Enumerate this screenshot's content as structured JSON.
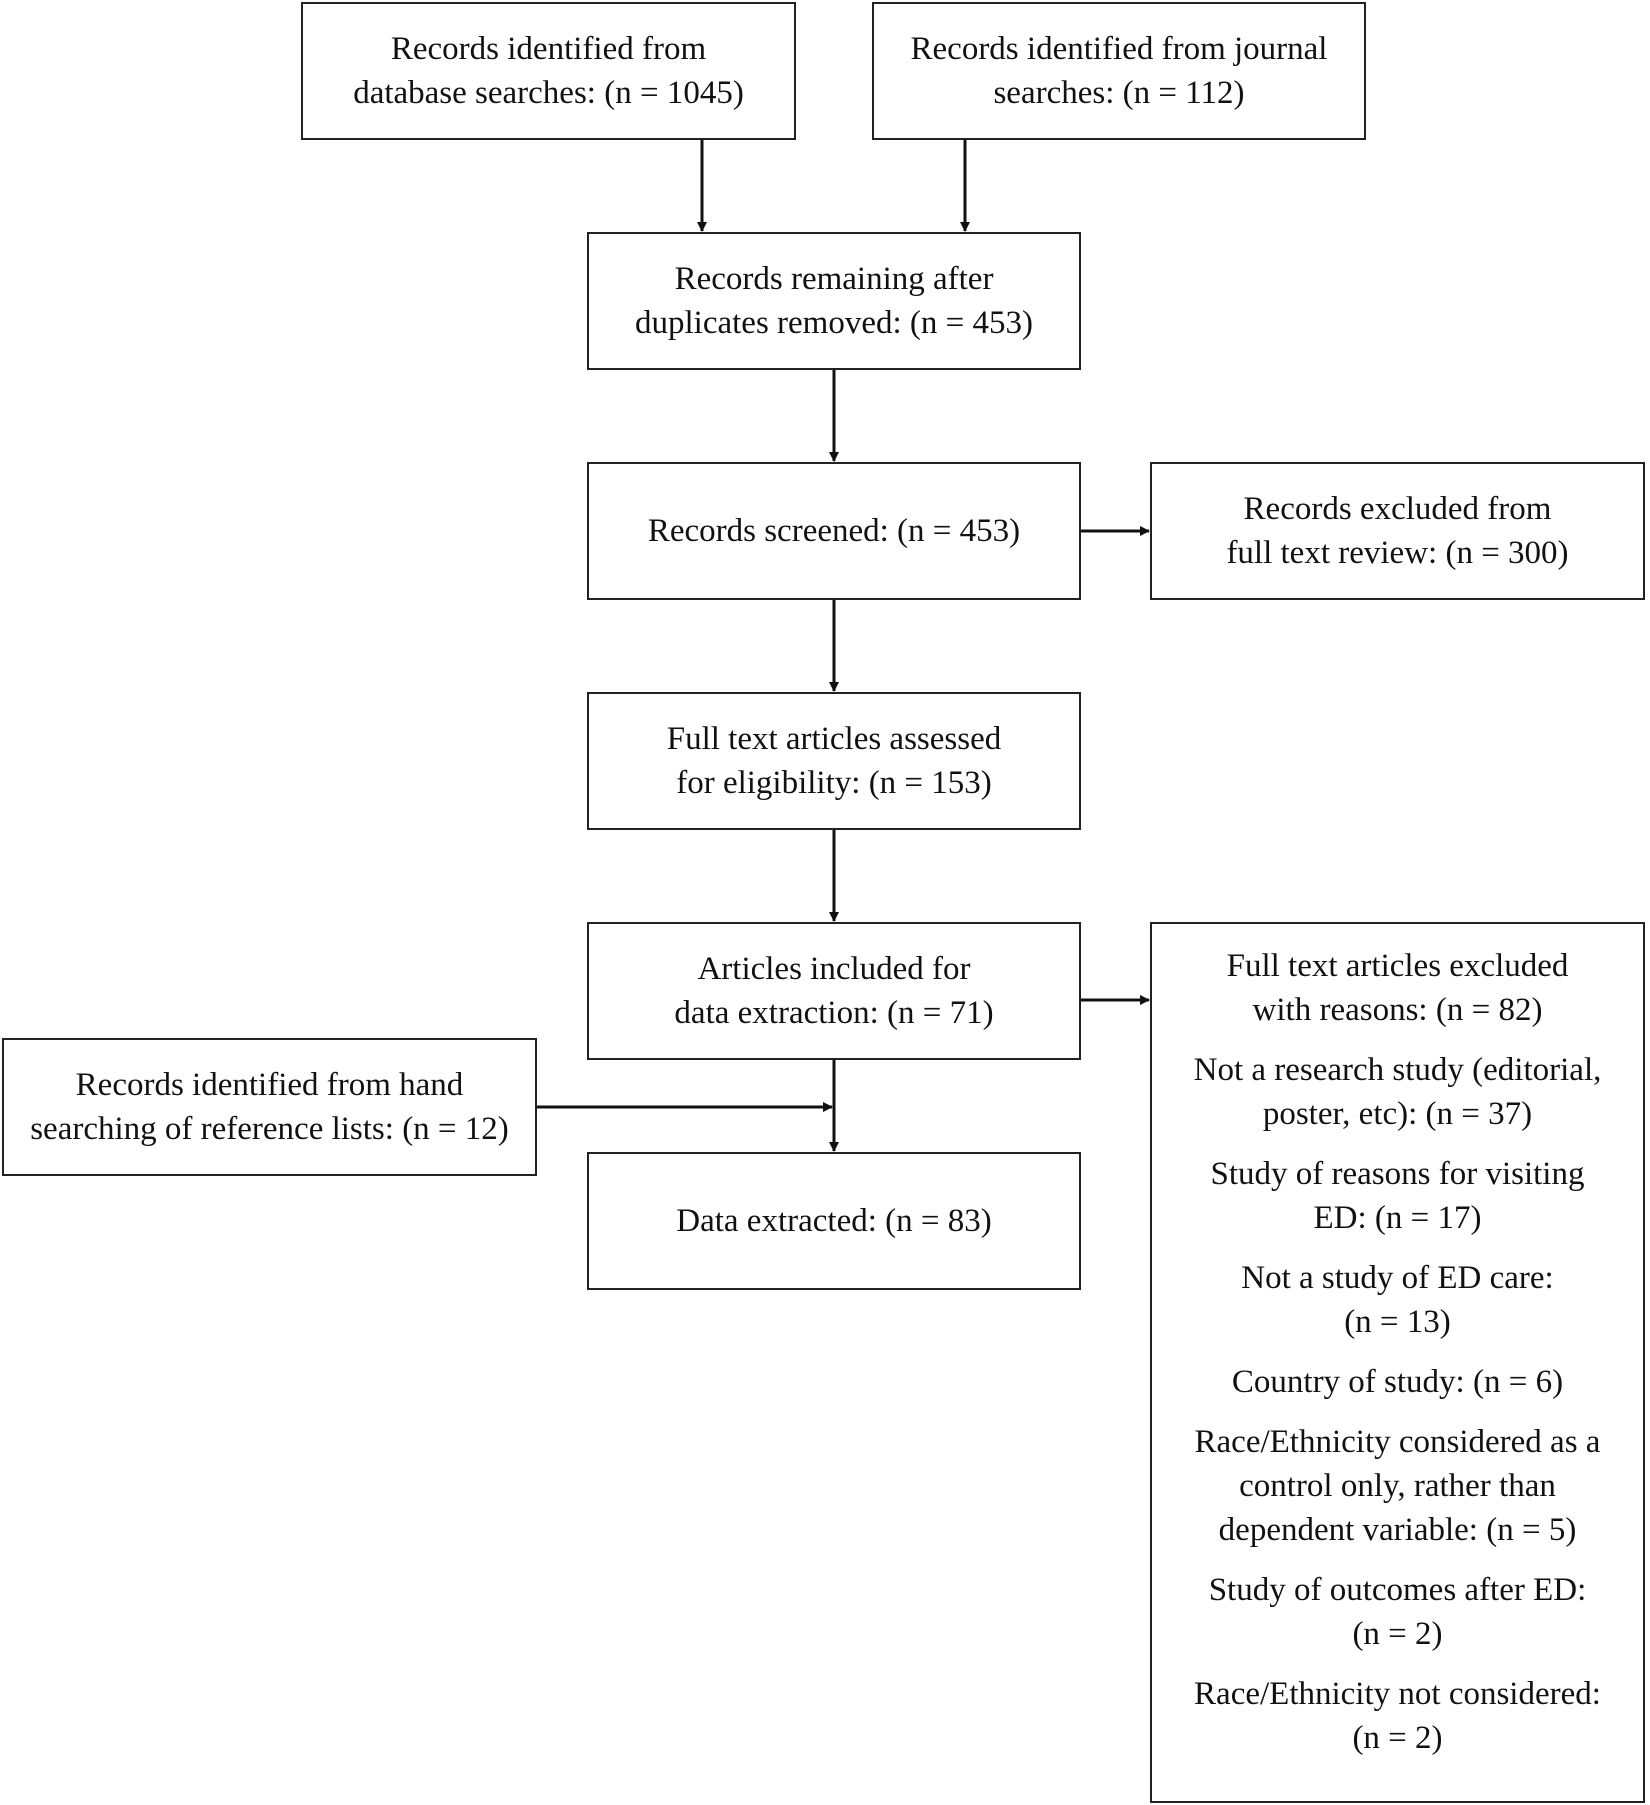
{
  "boxes": {
    "database": {
      "lines": [
        "Records identified from",
        "database searches: (n = 1045)"
      ]
    },
    "journal": {
      "lines": [
        "Records identified from journal",
        "searches: (n = 112)"
      ]
    },
    "duplicates": {
      "lines": [
        "Records remaining after",
        "duplicates removed: (n = 453)"
      ]
    },
    "screened": {
      "lines": [
        "Records screened: (n = 453)"
      ]
    },
    "excluded_screen": {
      "lines": [
        "Records excluded from",
        "full text review: (n = 300)"
      ]
    },
    "assessed": {
      "lines": [
        "Full text articles assessed",
        "for eligibility: (n = 153)"
      ]
    },
    "included": {
      "lines": [
        "Articles included for",
        "data extraction: (n = 71)"
      ]
    },
    "hand_search": {
      "lines": [
        "Records identified from hand",
        "searching of reference lists: (n = 12)"
      ]
    },
    "extracted": {
      "lines": [
        "Data extracted: (n = 83)"
      ]
    },
    "excluded_full": {
      "heading": [
        "Full text articles excluded",
        "with reasons: (n = 82)"
      ],
      "reasons": [
        [
          "Not a research study (editorial,",
          "poster, etc): (n = 37)"
        ],
        [
          "Study of reasons for visiting",
          "ED: (n = 17)"
        ],
        [
          "Not a study of ED care:",
          "(n = 13)"
        ],
        [
          "Country of study: (n = 6)"
        ],
        [
          "Race/Ethnicity considered as a",
          "control only, rather than",
          "dependent variable: (n = 5)"
        ],
        [
          "Study of outcomes after ED:",
          "(n = 2)"
        ],
        [
          "Race/Ethnicity not considered:",
          "(n = 2)"
        ]
      ]
    }
  }
}
